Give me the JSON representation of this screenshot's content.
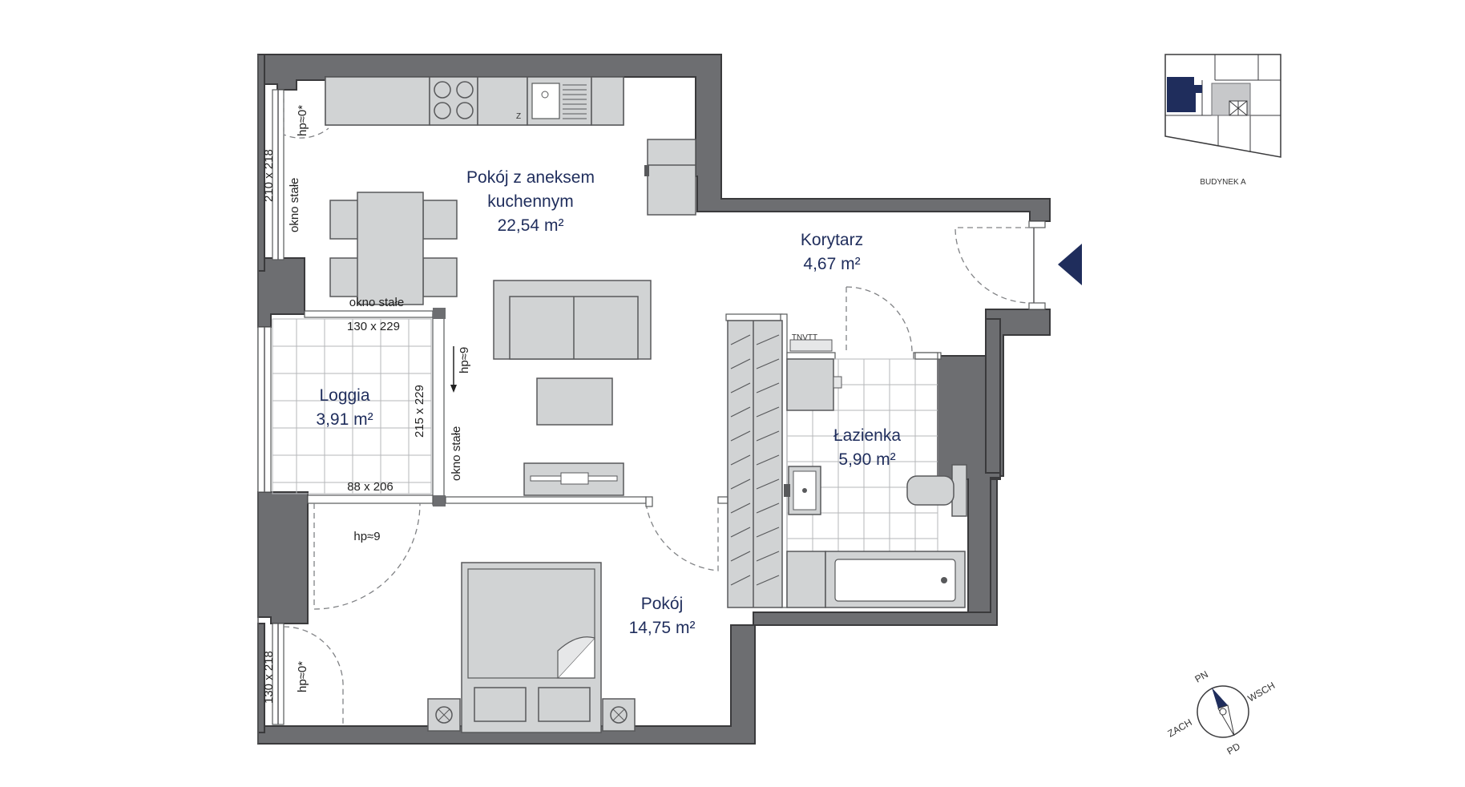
{
  "rooms": {
    "kitchen": {
      "name_line1": "Pokój z aneksem",
      "name_line2": "kuchennym",
      "area": "22,54 m²"
    },
    "corridor": {
      "name": "Korytarz",
      "area": "4,67 m²"
    },
    "loggia": {
      "name": "Loggia",
      "area": "3,91 m²"
    },
    "bathroom": {
      "name": "Łazienka",
      "area": "5,90 m²"
    },
    "bedroom": {
      "name": "Pokój",
      "area": "14,75 m²"
    }
  },
  "labels": {
    "window_top_dim": "210 x 218",
    "window_top_fixed": "okno stałe",
    "window_top_hp": "hp≈0*",
    "loggia_top_fixed": "okno stałe",
    "loggia_top_dim": "130 x 229",
    "loggia_right_hp": "hp≈9",
    "loggia_right_dim": "215 x 229",
    "loggia_right_fixed": "okno stałe",
    "loggia_door_dim": "88 x 206",
    "loggia_door_hp": "hp≈9",
    "window_bottom_dim": "130 x 218",
    "window_bottom_hp": "hp≈0*",
    "bath_unit": "TNVTT"
  },
  "keyplan": {
    "building_label": "BUDYNEK A"
  },
  "compass": {
    "north": "PN",
    "east": "WSCH",
    "south": "PD",
    "west": "ZACH"
  },
  "colors": {
    "wall": "#6d6e71",
    "furniture": "#d1d3d4",
    "room_text": "#1f2d5c",
    "entrance_marker": "#1f2d5c",
    "keyplan_highlight": "#1f2d5c"
  },
  "icons": [
    "entrance-arrow-icon",
    "compass-icon",
    "stove-icon",
    "sink-icon",
    "toilet-icon",
    "bathtub-icon",
    "bed-icon",
    "sofa-icon"
  ]
}
